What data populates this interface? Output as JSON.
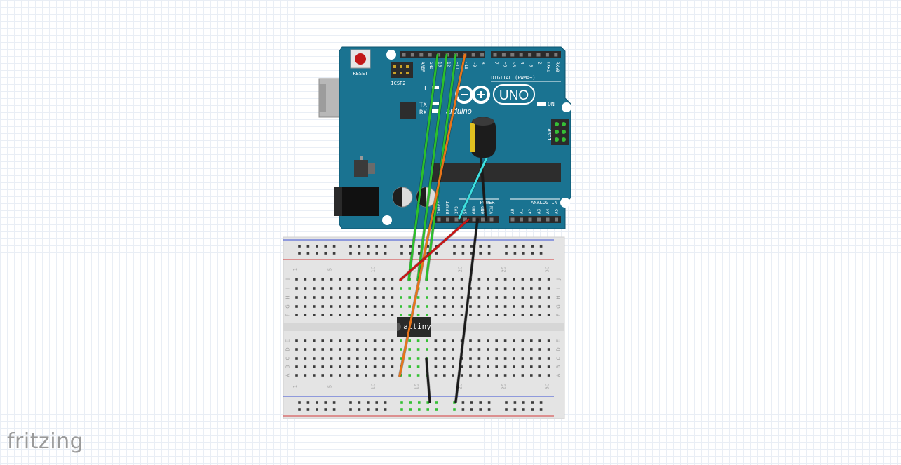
{
  "brand": {
    "name": "fritzing"
  },
  "arduino": {
    "model_label": "UNO",
    "maker_label": "arduino",
    "reset_label": "RESET",
    "icsp2_label": "ICSP2",
    "icsp_label": "ICSP",
    "digital_label": "DIGITAL (PWM=~)",
    "power_label": "POWER",
    "analog_label": "ANALOG IN",
    "on_label": "ON",
    "tx_label": "TX",
    "rx_label": "RX",
    "l_label": "L",
    "top_header_labels": [
      "AREF",
      "GND",
      "13",
      "12",
      "~11",
      "~10",
      "~9",
      "8",
      "7",
      "~6",
      "~5",
      "4",
      "~3",
      "2",
      "TX▶1",
      "RX◀0"
    ],
    "power_header_labels": [
      "IOREF",
      "RESET",
      "3V3",
      "5V",
      "GND",
      "GND",
      "VIN"
    ],
    "analog_header_labels": [
      "A0",
      "A1",
      "A2",
      "A3",
      "A4",
      "A5"
    ],
    "colors": {
      "board": "#1a7391",
      "board_dark": "#0f5670",
      "header": "#2b2b2b"
    }
  },
  "breadboard": {
    "column_numbers": [
      "1",
      "5",
      "10",
      "15",
      "20",
      "25",
      "30"
    ],
    "row_letters_top": [
      "J",
      "I",
      "H",
      "G",
      "F"
    ],
    "row_letters_bottom": [
      "E",
      "D",
      "C",
      "B",
      "A"
    ],
    "colors": {
      "body": "#e4e4e4",
      "rail_red": "#d43a3a",
      "rail_blue": "#3a4fd4",
      "hole": "#3c3c3c",
      "active": "#35c035"
    }
  },
  "chip": {
    "label": "attiny"
  },
  "capacitor": {
    "colors": {
      "body": "#1c1c1c",
      "stripe": "#e0c020"
    }
  },
  "wires": {
    "colors": {
      "green": "#2bc02b",
      "orange": "#e8751a",
      "red": "#c81414",
      "black": "#1a1a1a",
      "cyan": "#3de0e0"
    }
  }
}
